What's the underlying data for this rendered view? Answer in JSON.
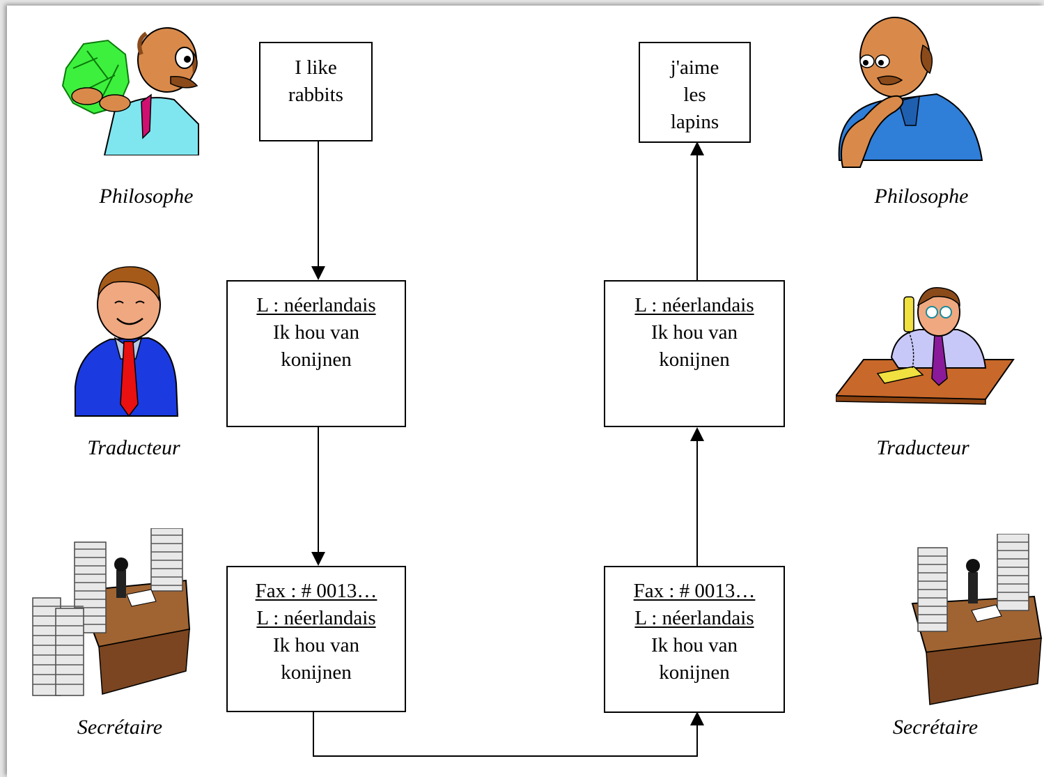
{
  "sender": {
    "philosophe": {
      "caption": "Philosophe",
      "message": [
        "I like",
        "rabbits"
      ]
    },
    "traducteur": {
      "caption": "Traducteur",
      "lang_label": "L : néerlandais",
      "message": [
        "Ik hou van",
        "konijnen"
      ]
    },
    "secretaire": {
      "caption": "Secrétaire",
      "fax_label": "Fax : # 0013…",
      "lang_label": "L : néerlandais",
      "message": [
        "Ik hou van",
        "konijnen"
      ]
    }
  },
  "receiver": {
    "philosophe": {
      "caption": "Philosophe",
      "message": [
        "j'aime",
        "les",
        "lapins"
      ]
    },
    "traducteur": {
      "caption": "Traducteur",
      "lang_label": "L : néerlandais",
      "message": [
        "Ik hou van",
        "konijnen"
      ]
    },
    "secretaire": {
      "caption": "Secrétaire",
      "fax_label": "Fax : # 0013…",
      "lang_label": "L : néerlandais",
      "message": [
        "Ik hou van",
        "konijnen"
      ]
    }
  },
  "icons": {
    "left_philosopher": "bald-man-holding-money-icon",
    "right_philosopher": "bald-man-thinking-icon",
    "left_translator": "smiling-man-in-suit-icon",
    "right_translator": "man-on-phone-at-desk-icon",
    "left_secretary": "desk-with-paper-stacks-icon",
    "right_secretary": "desk-with-paper-stacks-icon"
  },
  "colors": {
    "box_border": "#000000",
    "arrow": "#000000",
    "background": "#ffffff"
  }
}
